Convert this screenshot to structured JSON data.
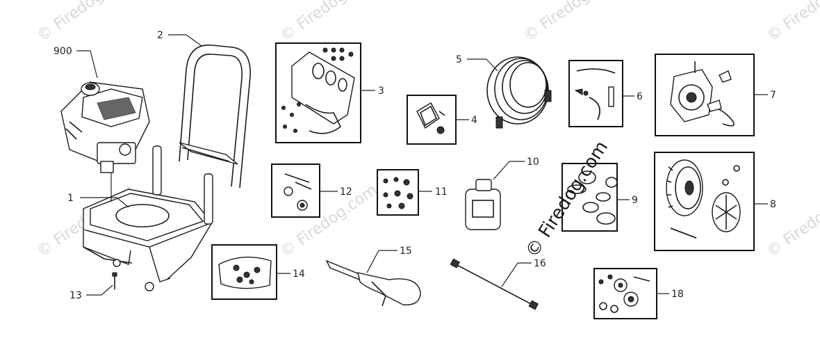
{
  "diagram": {
    "watermark_text": "© Firedog.com",
    "copyright_text": "© Firedog.com",
    "callouts": {
      "c900": "900",
      "c1": "1",
      "c2": "2",
      "c3": "3",
      "c4": "4",
      "c5": "5",
      "c6": "6",
      "c7": "7",
      "c8": "8",
      "c9": "9",
      "c10": "10",
      "c11": "11",
      "c12": "12",
      "c13": "13",
      "c14": "14",
      "c15": "15",
      "c16": "16",
      "c18": "18"
    }
  }
}
